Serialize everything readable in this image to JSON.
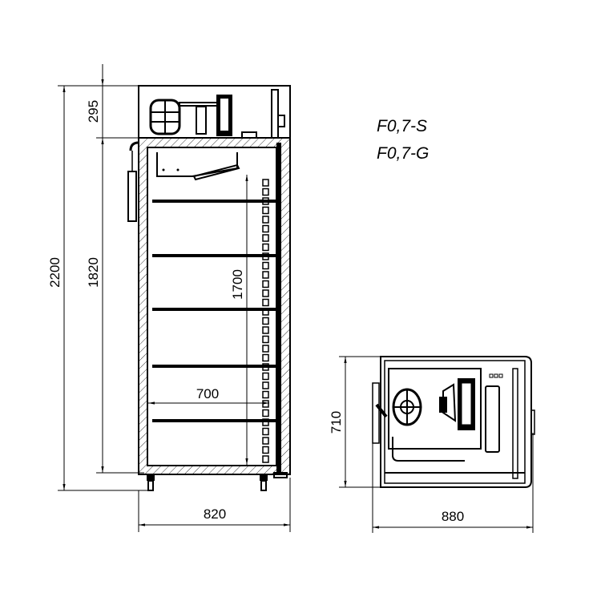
{
  "title": "Refrigerator cabinet dimensional drawing",
  "models": [
    "F0,7-S",
    "F0,7-G"
  ],
  "dimensions": {
    "total_height": "2200",
    "top_unit_height": "295",
    "cabinet_height": "1820",
    "inner_height": "1700",
    "inner_width": "700",
    "front_width": "820",
    "top_view_depth": "710",
    "top_view_width": "880"
  },
  "shelf_count": 5,
  "colors": {
    "line": "#000000",
    "background": "#ffffff"
  }
}
